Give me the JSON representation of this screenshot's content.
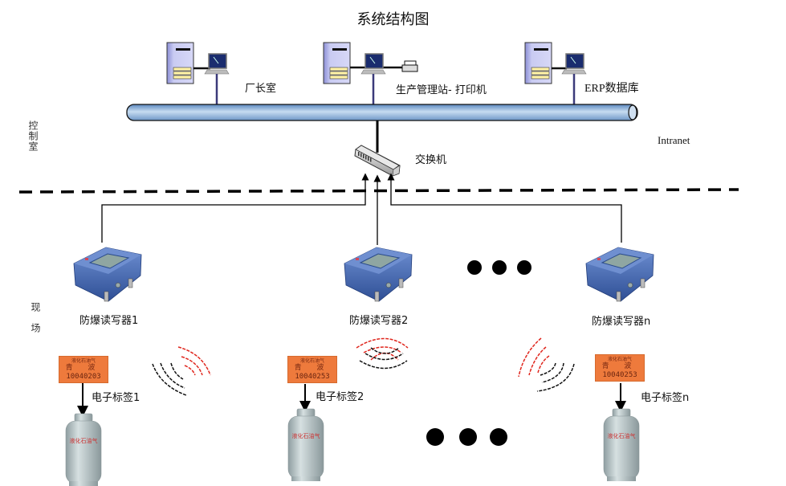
{
  "title": "系统结构图",
  "zones": {
    "control_room": "控制室",
    "field": "现场"
  },
  "network": {
    "label": "Intranet",
    "switch_label": "交换机"
  },
  "stations": [
    {
      "label": "厂长室"
    },
    {
      "label": "生产管理站- 打印机"
    },
    {
      "label": "ERP数据库"
    }
  ],
  "readers": [
    {
      "label": "防爆读写器1"
    },
    {
      "label": "防爆读写器2"
    },
    {
      "label": "防爆读写器n"
    }
  ],
  "tags": [
    {
      "label": "电子标签1",
      "company": "液化石油气",
      "name": "青 波",
      "code": "10040203"
    },
    {
      "label": "电子标签2",
      "company": "液化石油气",
      "name": "青 波",
      "code": "10040253"
    },
    {
      "label": "电子标签n",
      "company": "液化石油气",
      "name": "青 波",
      "code": "10040253"
    }
  ],
  "cylinder_text": "液化石油气",
  "ellipsis_marker": "•••",
  "colors": {
    "pipe": "#8fb3d9",
    "reader": "#3a5ea8",
    "tag": "#ee7a3c",
    "wave_red": "#e0261d",
    "wave_black": "#111111",
    "cylinder": "#b7c4c6"
  }
}
